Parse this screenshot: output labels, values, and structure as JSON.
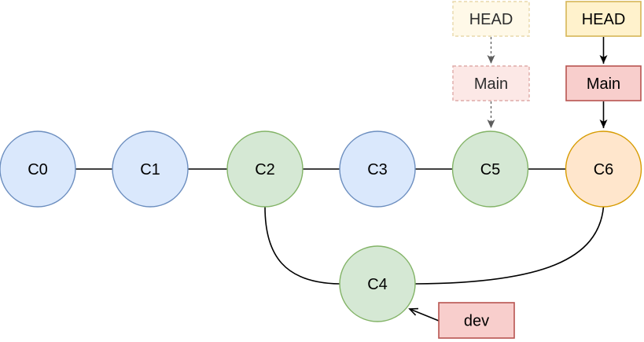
{
  "nodes": [
    {
      "id": "C0",
      "label": "C0",
      "kind": "commit",
      "color_key": "commit_blue"
    },
    {
      "id": "C1",
      "label": "C1",
      "kind": "commit",
      "color_key": "commit_blue"
    },
    {
      "id": "C2",
      "label": "C2",
      "kind": "commit",
      "color_key": "commit_green"
    },
    {
      "id": "C3",
      "label": "C3",
      "kind": "commit",
      "color_key": "commit_blue"
    },
    {
      "id": "C5",
      "label": "C5",
      "kind": "commit",
      "color_key": "commit_green"
    },
    {
      "id": "C6",
      "label": "C6",
      "kind": "commit",
      "color_key": "commit_orange"
    },
    {
      "id": "C4",
      "label": "C4",
      "kind": "commit",
      "color_key": "commit_green"
    }
  ],
  "refs": [
    {
      "id": "head-faded",
      "label": "HEAD",
      "style": "dashed-faded",
      "color_key": "ref_yellow_faded"
    },
    {
      "id": "head",
      "label": "HEAD",
      "style": "solid",
      "color_key": "ref_yellow"
    },
    {
      "id": "main-faded",
      "label": "Main",
      "style": "dashed-faded",
      "color_key": "ref_red_faded"
    },
    {
      "id": "main",
      "label": "Main",
      "style": "solid",
      "color_key": "ref_red"
    },
    {
      "id": "dev",
      "label": "dev",
      "style": "solid",
      "color_key": "ref_red"
    }
  ],
  "edges": [
    {
      "from": "C0",
      "to": "C1",
      "style": "line"
    },
    {
      "from": "C1",
      "to": "C2",
      "style": "line"
    },
    {
      "from": "C2",
      "to": "C3",
      "style": "line"
    },
    {
      "from": "C3",
      "to": "C5",
      "style": "line"
    },
    {
      "from": "C5",
      "to": "C6",
      "style": "line"
    },
    {
      "from": "C2",
      "to": "C4",
      "style": "curve"
    },
    {
      "from": "C6",
      "to": "C4",
      "style": "curve"
    },
    {
      "from": "HEAD (faded)",
      "to": "Main (faded)",
      "style": "dashed-arrow"
    },
    {
      "from": "Main (faded)",
      "to": "C5",
      "style": "dashed-arrow"
    },
    {
      "from": "HEAD",
      "to": "Main",
      "style": "solid-arrow"
    },
    {
      "from": "Main",
      "to": "C6",
      "style": "solid-arrow"
    },
    {
      "from": "dev",
      "to": "C4",
      "style": "open-arrow"
    }
  ],
  "palette": {
    "commit_blue": {
      "fill": "#dae8fc",
      "stroke": "#6c8ebf"
    },
    "commit_green": {
      "fill": "#d5e8d4",
      "stroke": "#82b366"
    },
    "commit_orange": {
      "fill": "#ffe6cc",
      "stroke": "#d79b00"
    },
    "ref_yellow": {
      "fill": "#fff2cc",
      "stroke": "#d6b656"
    },
    "ref_yellow_faded": {
      "fill": "#fff9e8",
      "stroke": "#e8d9ab"
    },
    "ref_red": {
      "fill": "#f8cecc",
      "stroke": "#b85450"
    },
    "ref_red_faded": {
      "fill": "#fce8e6",
      "stroke": "#dfaba8"
    },
    "edge_color": "#000000",
    "dashed_edge_color": "#666666",
    "background": "#ffffff"
  }
}
